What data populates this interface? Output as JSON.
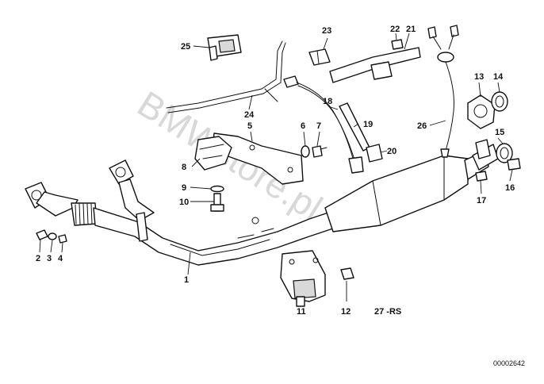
{
  "labels": [
    "1",
    "2",
    "3",
    "4",
    "5",
    "6",
    "7",
    "8",
    "9",
    "10",
    "11",
    "12",
    "13",
    "14",
    "15",
    "16",
    "17",
    "18",
    "19",
    "20",
    "21",
    "22",
    "23",
    "24",
    "25",
    "26"
  ],
  "caption": "27 -RS",
  "document_number": "00002642",
  "watermark": "BMWstore.pl"
}
